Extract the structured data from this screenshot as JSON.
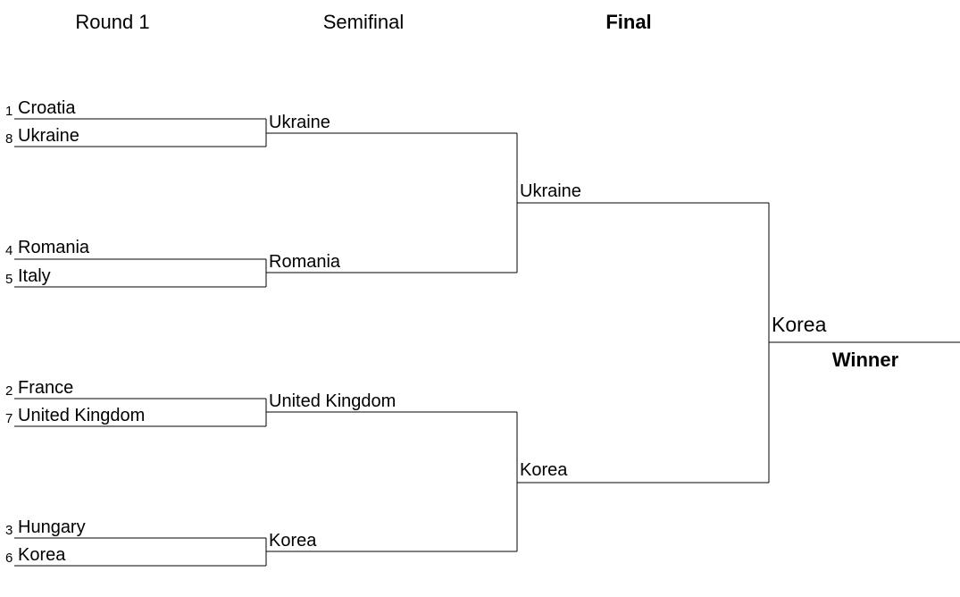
{
  "rounds": {
    "round1": "Round 1",
    "semifinal": "Semifinal",
    "final": "Final"
  },
  "round1": [
    {
      "seed": "1",
      "team": "Croatia"
    },
    {
      "seed": "8",
      "team": "Ukraine"
    },
    {
      "seed": "4",
      "team": "Romania"
    },
    {
      "seed": "5",
      "team": "Italy"
    },
    {
      "seed": "2",
      "team": "France"
    },
    {
      "seed": "7",
      "team": "United Kingdom"
    },
    {
      "seed": "3",
      "team": "Hungary"
    },
    {
      "seed": "6",
      "team": "Korea"
    }
  ],
  "semifinal": [
    "Ukraine",
    "Romania",
    "United Kingdom",
    "Korea"
  ],
  "final": [
    "Ukraine",
    "Korea"
  ],
  "champion": "Korea",
  "winner_label": "Winner"
}
